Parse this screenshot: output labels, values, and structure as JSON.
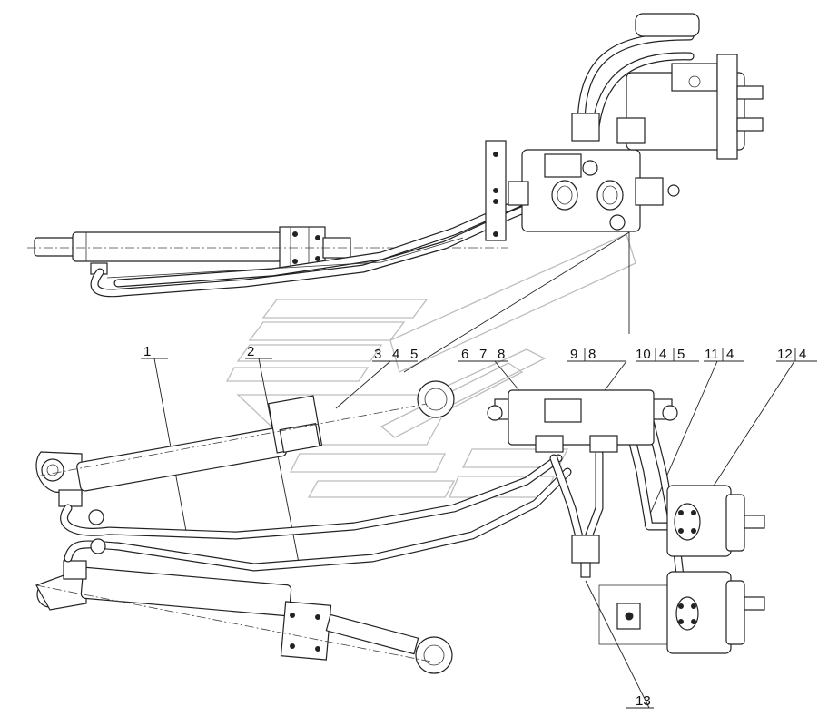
{
  "callouts": {
    "c1": "1",
    "c2": "2",
    "c3": "3",
    "c4": "4",
    "c5": "5",
    "c6": "6",
    "c7": "7",
    "c8": "8",
    "c9": "9",
    "c9b": "8",
    "c10": "10",
    "c10b": "4",
    "c10c": "5",
    "c11": "11",
    "c11b": "4",
    "c12": "12",
    "c12b": "4",
    "c13": "13"
  }
}
